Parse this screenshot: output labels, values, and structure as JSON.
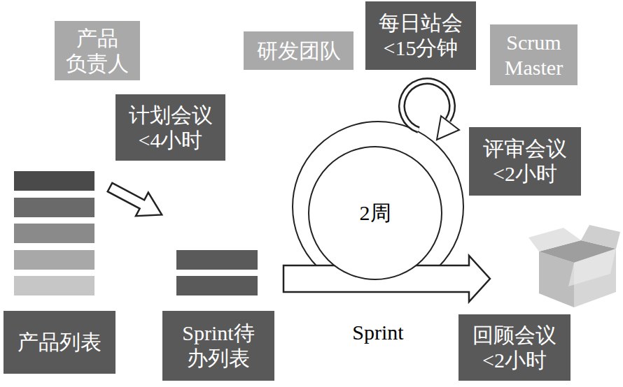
{
  "diagram": {
    "nodes": [
      {
        "text": [
          "产品 负责人"
        ]
      },
      {
        "text": [
          "研发团队"
        ]
      },
      {
        "text": [
          "每日站会",
          "<15分钟"
        ]
      },
      {
        "text": [
          "Scrum Master"
        ]
      },
      {
        "text": [
          "计划会议",
          "<4小时"
        ]
      },
      {
        "text": [
          "评审会议",
          "<2小时"
        ]
      },
      {
        "text": [
          "2周"
        ]
      },
      {
        "text": [
          "产品列表"
        ]
      },
      {
        "text": [
          "Sprint待 办列表"
        ]
      },
      {
        "text": [
          "回顾会议",
          "<2小时"
        ]
      }
    ],
    "labels": [
      "Sprint"
    ]
  }
}
